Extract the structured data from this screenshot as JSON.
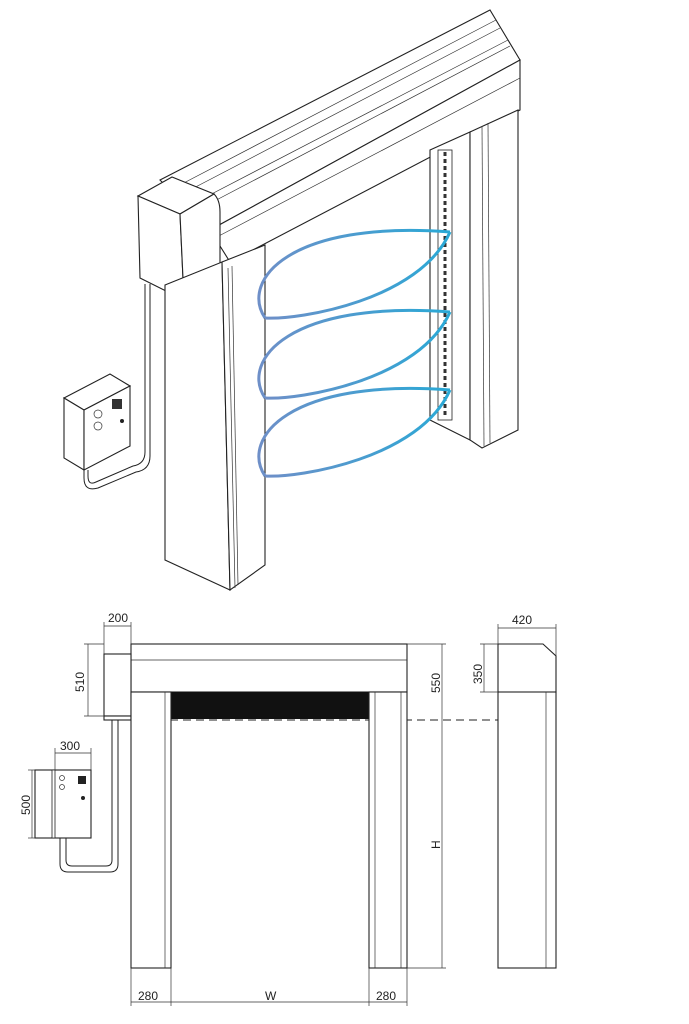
{
  "colors": {
    "arrow": "#29a9d6",
    "arrow_end": "#6e8fc8",
    "curtain": "#111111",
    "line": "#222222"
  },
  "drawing": {
    "header_width": "200",
    "header_height": "510",
    "box_width": "300",
    "box_height": "500",
    "total_header_height": "550",
    "side_depth": "420",
    "side_header_height": "350",
    "height_label": "H",
    "width_label": "W",
    "left_post_width": "280",
    "right_post_width": "280"
  }
}
